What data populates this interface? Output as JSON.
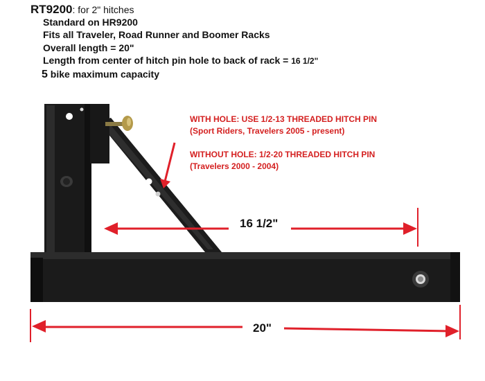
{
  "specs": {
    "model": "RT9200",
    "model_suffix": ":  for 2\" hitches",
    "standard_on": "Standard on HR9200",
    "fits": "Fits all Traveler, Road Runner and Boomer Racks",
    "overall_length": "Overall length =  20\"",
    "pin_length_label": "Length from center of hitch pin hole to back of rack = ",
    "pin_length_value": "16 1/2\"",
    "capacity_number": "5",
    "capacity_text": " bike maximum capacity"
  },
  "notes": {
    "with_hole": "WITH HOLE: USE 1/2-13 THREADED HITCH PIN",
    "with_hole_sub": "(Sport Riders, Travelers 2005 - present)",
    "without_hole": "WITHOUT HOLE: 1/2-20 THREADED HITCH PIN",
    "without_hole_sub": "(Travelers 2000 - 2004)"
  },
  "dimensions": {
    "pin_to_rack": "16 1/2\"",
    "overall": "20\""
  },
  "colors": {
    "annotation_red": "#d42020",
    "arrow_red": "#e0202a",
    "steel_black": "#1a1a1a"
  }
}
